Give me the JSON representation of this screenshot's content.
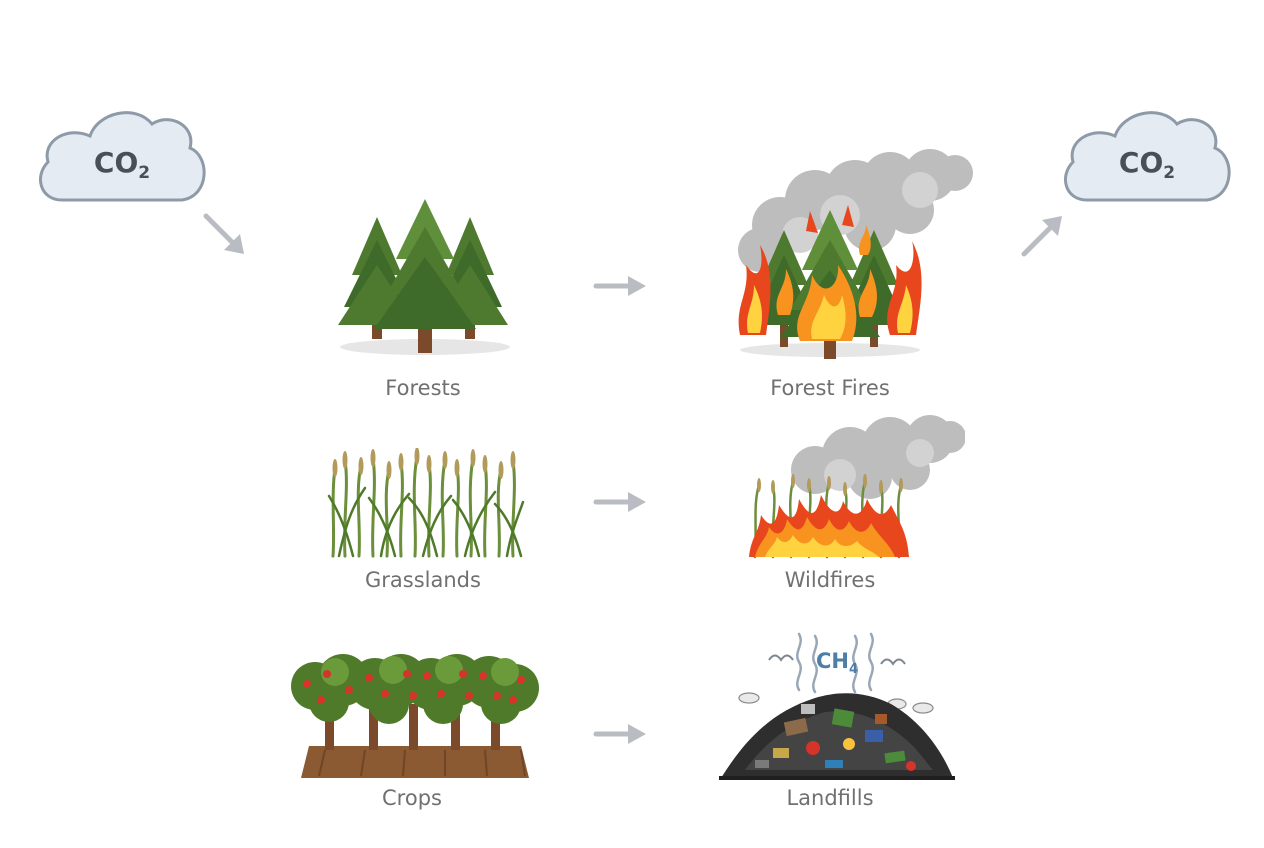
{
  "clouds": {
    "input": {
      "label": "CO",
      "sub": "2"
    },
    "output": {
      "label": "CO",
      "sub": "2"
    }
  },
  "rows": [
    {
      "source": "Forests",
      "result": "Forest Fires"
    },
    {
      "source": "Grasslands",
      "result": "Wildfires"
    },
    {
      "source": "Crops",
      "result": "Landfills"
    }
  ],
  "landfill_gas": {
    "label": "CH",
    "sub": "4"
  },
  "colors": {
    "arrow": "#b9bcc2",
    "cloud_fill": "#e4ebf2",
    "cloud_stroke": "#8e9aa8",
    "caption": "#707070",
    "tree_dark": "#3f6b2a",
    "tree_light": "#5f8f3a",
    "trunk": "#7a4a2a",
    "fire_red": "#e8461c",
    "fire_orange": "#f7931e",
    "fire_yellow": "#ffd23f",
    "smoke": "#bdbdbd",
    "soil": "#8b5a33",
    "ch4": "#4d7ea8"
  },
  "icons": [
    "cloud-icon",
    "arrow-icon",
    "forest-icon",
    "forest-fire-icon",
    "grassland-icon",
    "wildfire-icon",
    "orchard-icon",
    "landfill-icon",
    "seagull-icon"
  ]
}
